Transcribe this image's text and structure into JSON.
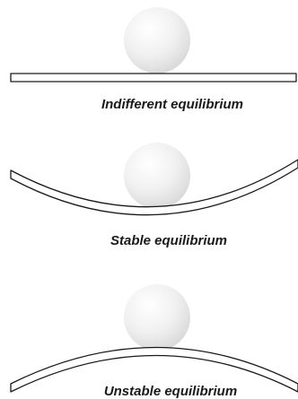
{
  "panels": [
    {
      "caption": "Indifferent equilibrium",
      "surface": "flat"
    },
    {
      "caption": "Stable equilibrium",
      "surface": "concave"
    },
    {
      "caption": "Unstable equilibrium",
      "surface": "convex"
    }
  ],
  "colors": {
    "ball_highlight": "#ffffff",
    "ball_shadow": "#d9d9d9",
    "outline": "#1a1a1a"
  }
}
